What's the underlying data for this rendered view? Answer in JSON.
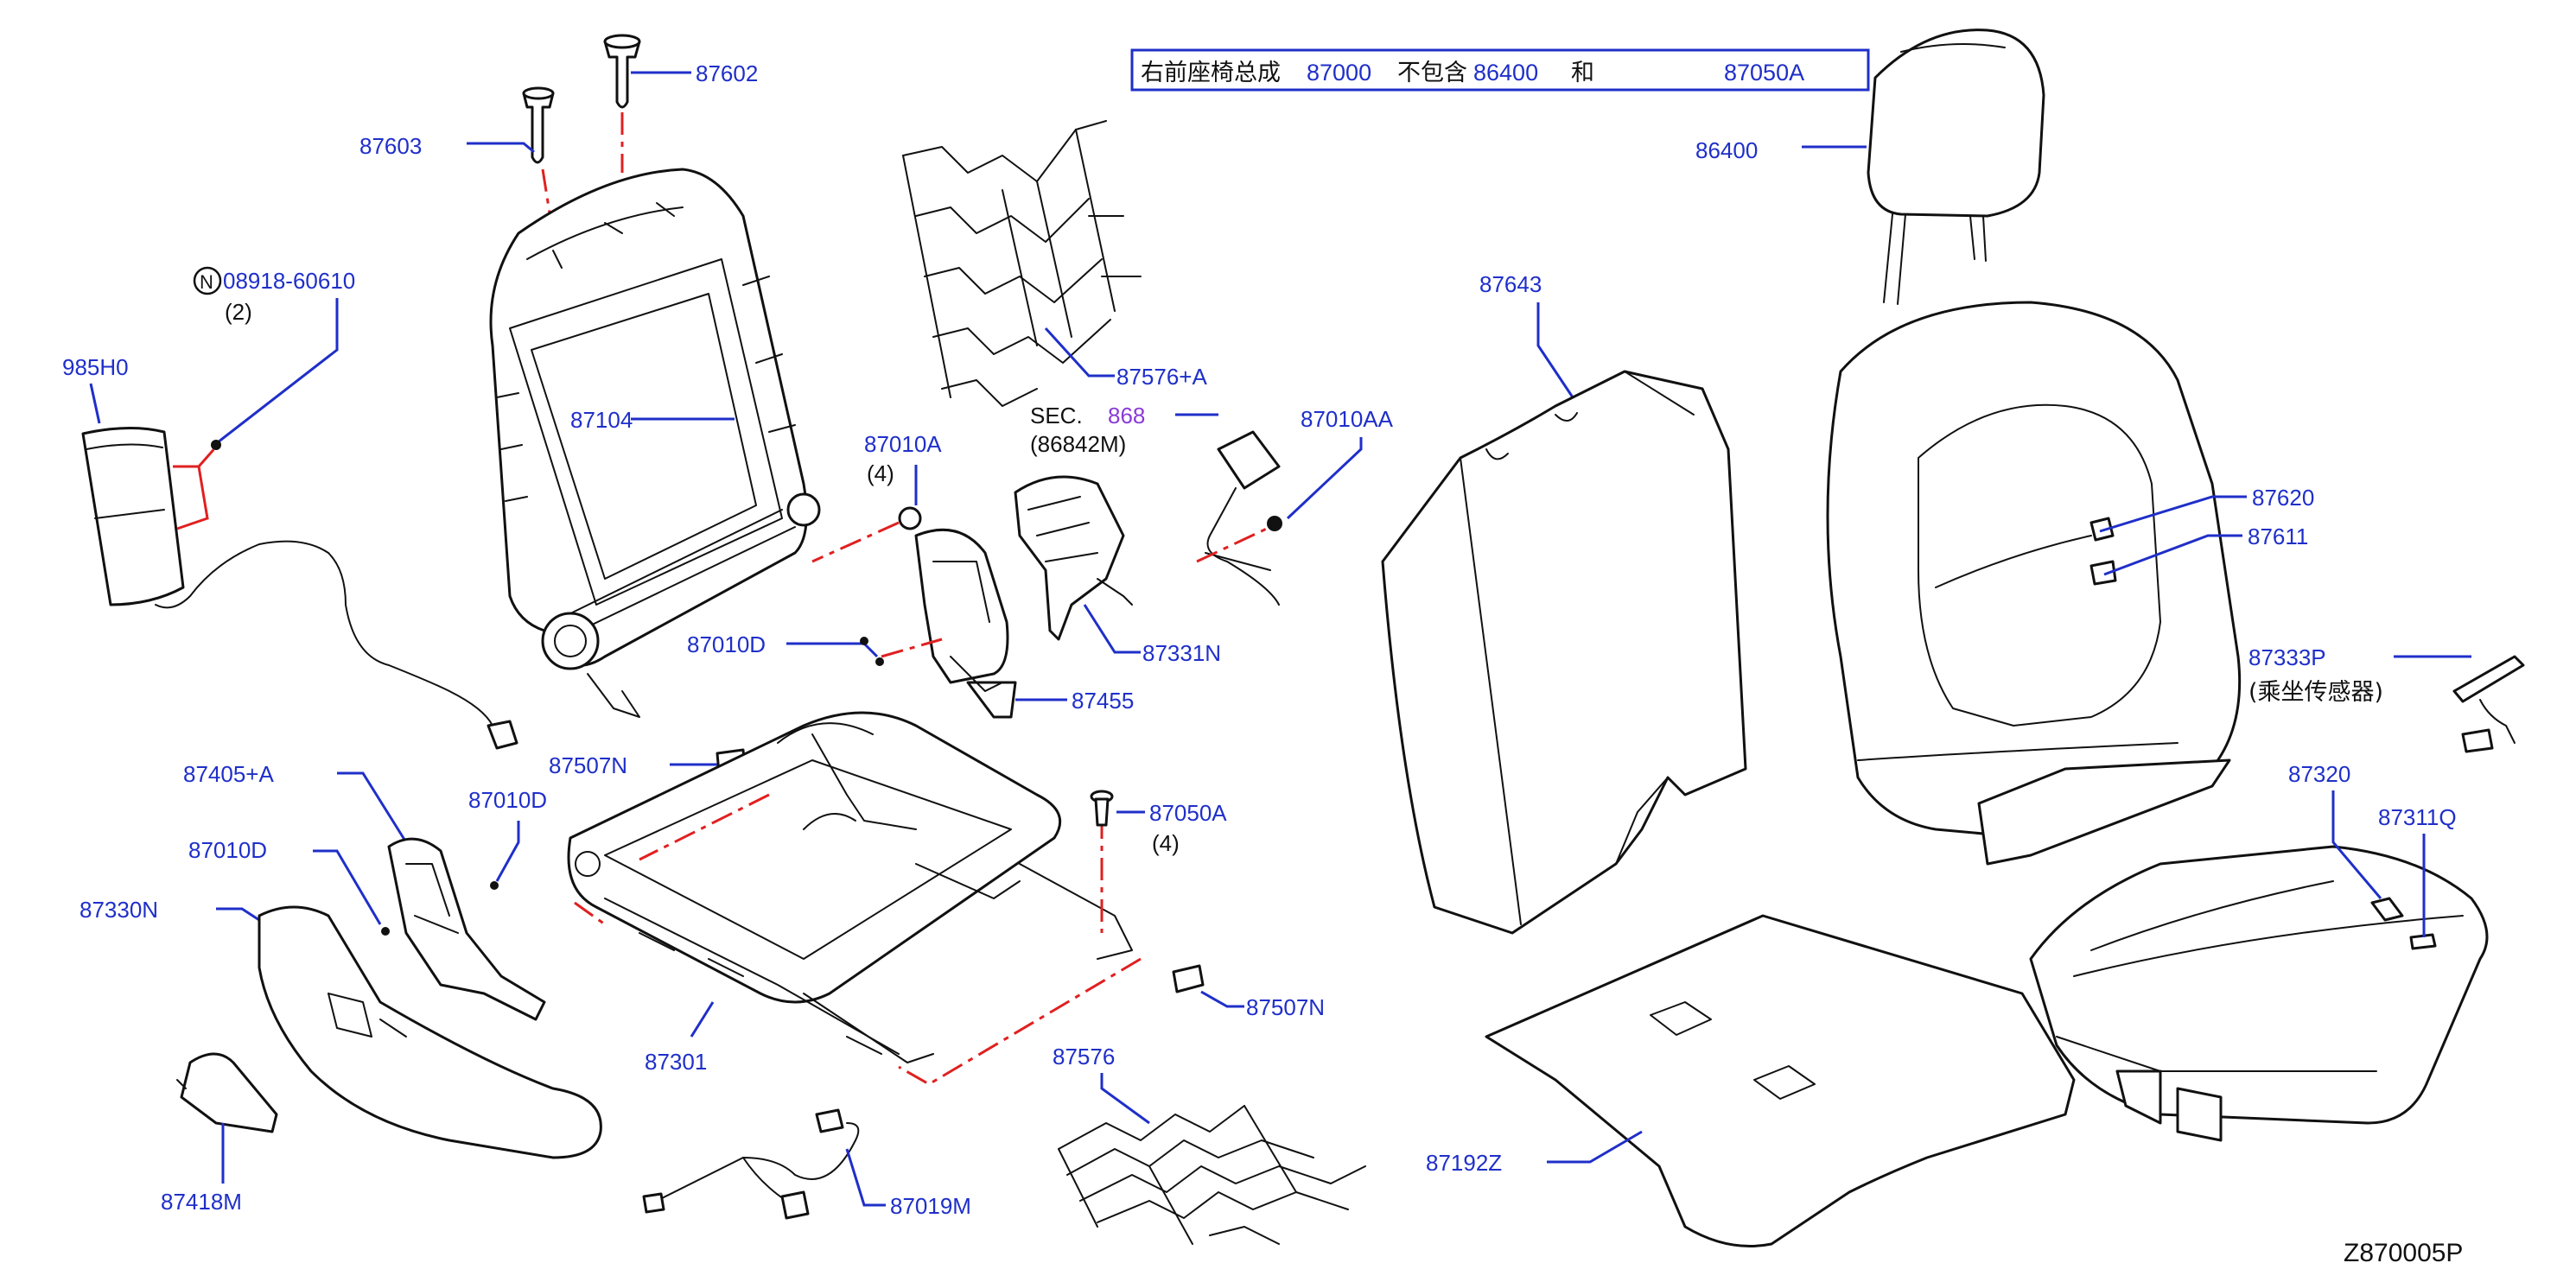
{
  "header_note": {
    "text_before": "右前座椅总成",
    "part_a": "87000",
    "text_middle": "不包含",
    "part_b": "86400",
    "text_and": "和",
    "part_c": "87050A"
  },
  "labels": {
    "p87602": "87602",
    "p87603": "87603",
    "p08918": "08918-60610",
    "p08918_qty": "(2)",
    "n_symbol": "N",
    "p985H0": "985H0",
    "p87104": "87104",
    "p87576A": "87576+A",
    "sec_label": "SEC.",
    "sec_num": "868",
    "sec_ref": "(86842M)",
    "p87010AA": "87010AA",
    "p87010A": "87010A",
    "p87010A_qty": "(4)",
    "p87331N": "87331N",
    "p87010D_top": "87010D",
    "p87455": "87455",
    "p87507N_top": "87507N",
    "p87050A": "87050A",
    "p87050A_qty": "(4)",
    "p87405A": "87405+A",
    "p87010D_mid": "87010D",
    "p87010D_left": "87010D",
    "p87330N": "87330N",
    "p87418M": "87418M",
    "p87301": "87301",
    "p87507N_bot": "87507N",
    "p87019M": "87019M",
    "p87576": "87576",
    "p86400": "86400",
    "p87643": "87643",
    "p87620": "87620",
    "p87611": "87611",
    "p87333P": "87333P",
    "p87333P_desc": "(乘坐传感器)",
    "p87320": "87320",
    "p87311Q": "87311Q",
    "p87192Z": "87192Z"
  },
  "diagram_code": "Z870005P",
  "colors": {
    "label_blue": "#1f2fc9",
    "leader_blue": "#1f2fc9",
    "assembly_red": "#e02020",
    "section_violet": "#8a3ad8",
    "line_black": "#111111"
  }
}
